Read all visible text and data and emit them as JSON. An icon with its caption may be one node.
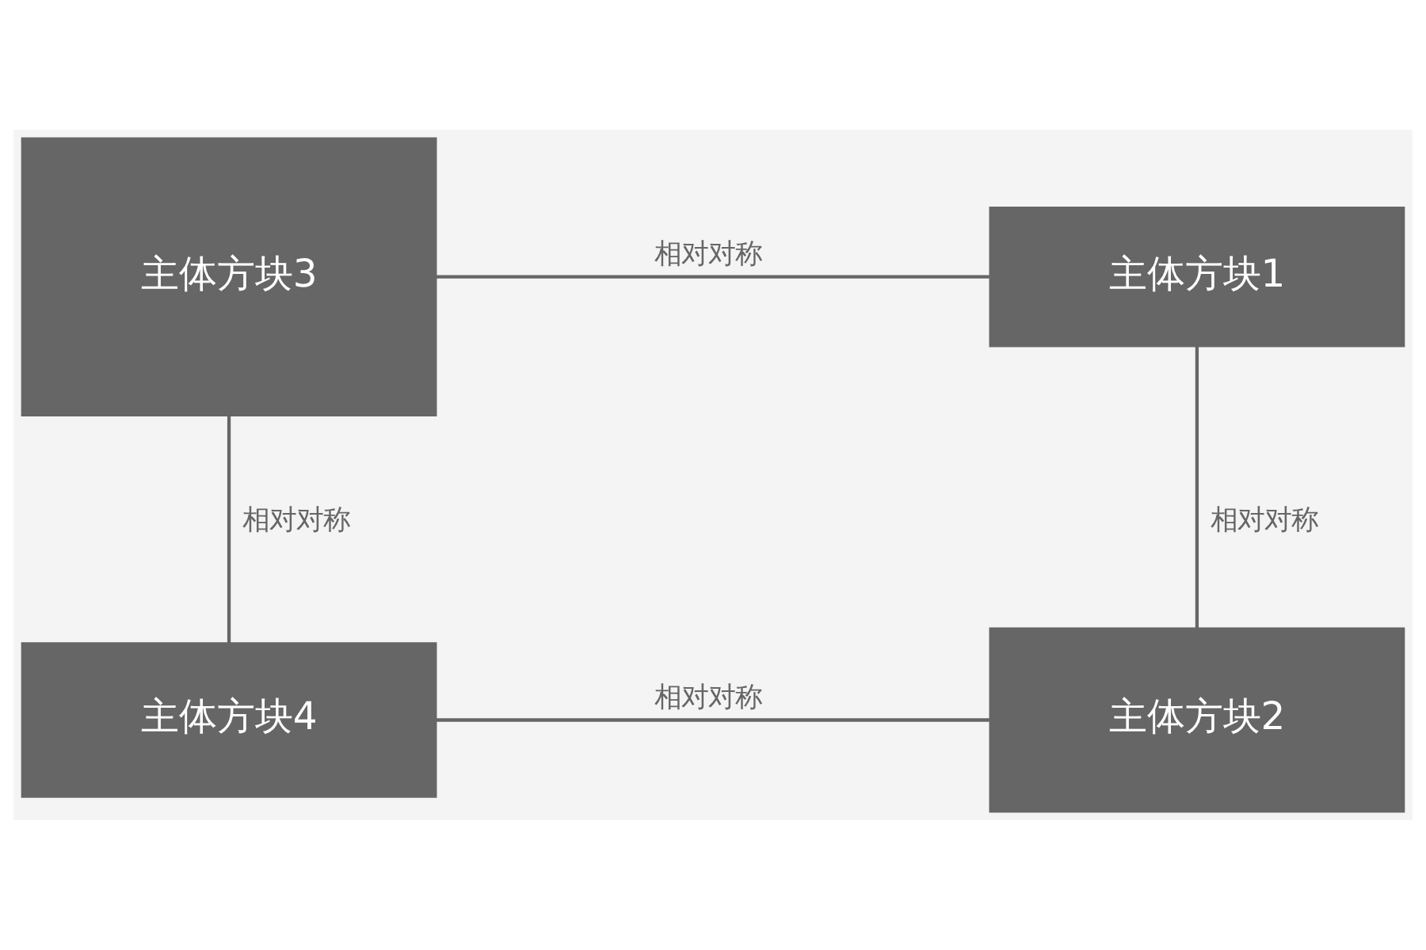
{
  "diagram": {
    "nodes": [
      {
        "text": [
          "主体方块3"
        ]
      },
      {
        "text": [
          "主体方块1"
        ]
      },
      {
        "text": [
          "主体方块4"
        ]
      },
      {
        "text": [
          "主体方块2"
        ]
      }
    ],
    "edges": [
      {
        "from": 0,
        "to": 1,
        "arrow": "none",
        "label": "相对对称"
      },
      {
        "from": 0,
        "to": 2,
        "arrow": "none",
        "label": "相对对称"
      },
      {
        "from": 1,
        "to": 3,
        "arrow": "none",
        "label": "相对对称"
      },
      {
        "from": 2,
        "to": 3,
        "arrow": "none",
        "label": "相对对称"
      }
    ]
  }
}
